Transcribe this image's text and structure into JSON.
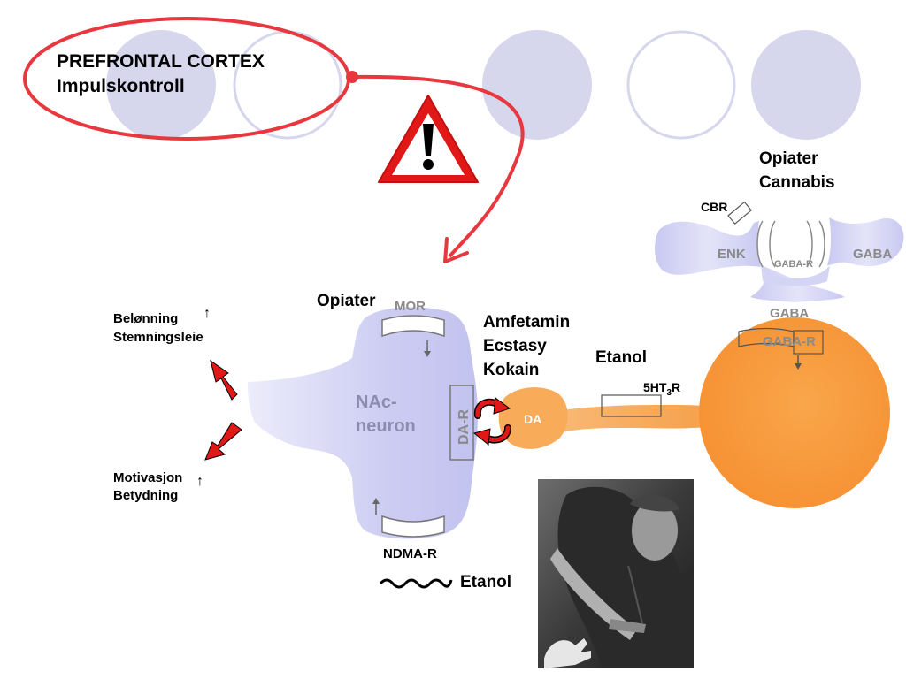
{
  "title": {
    "line1": "PREFRONTAL CORTEX",
    "line2": "Impulskontroll"
  },
  "effects": {
    "top_line1": "Belønning",
    "top_line2": "Stemningsleie",
    "bottom_line1": "Motivasjon",
    "bottom_line2": "Betydning",
    "arrow_symbol": "↑"
  },
  "nac_neuron": {
    "label_line1": "NAc-",
    "label_line2": "neuron",
    "receptor_top": "MOR",
    "receptor_side": "DA-R",
    "receptor_bottom_label": "NDMA-R",
    "drug_top": "Opiater",
    "drug_bottom": "Etanol"
  },
  "stimulants": {
    "line1": "Amfetamin",
    "line2": "Ecstasy",
    "line3": "Kokain"
  },
  "da_neuron": {
    "terminal_label": "DA",
    "drug_axon": "Etanol",
    "receptor_axon_base": "5HT",
    "receptor_axon_sub": "3",
    "receptor_axon_tail": "R",
    "soma_gaba_label": "GABA",
    "soma_receptor": "GABA-R"
  },
  "interneuron": {
    "drug_line1": "Opiater",
    "drug_line2": "Cannabis",
    "cbr": "CBR",
    "enk": "ENK",
    "gaba_r": "GABA-R",
    "gaba": "GABA"
  },
  "colors": {
    "lavender": "#d6d6ec",
    "neuron_purple": "#c8c8f2",
    "orange": "#f79a3a",
    "alert_red": "#e8383f",
    "arrow_red": "#e01818"
  },
  "photo": {
    "icon": "person-photo"
  }
}
